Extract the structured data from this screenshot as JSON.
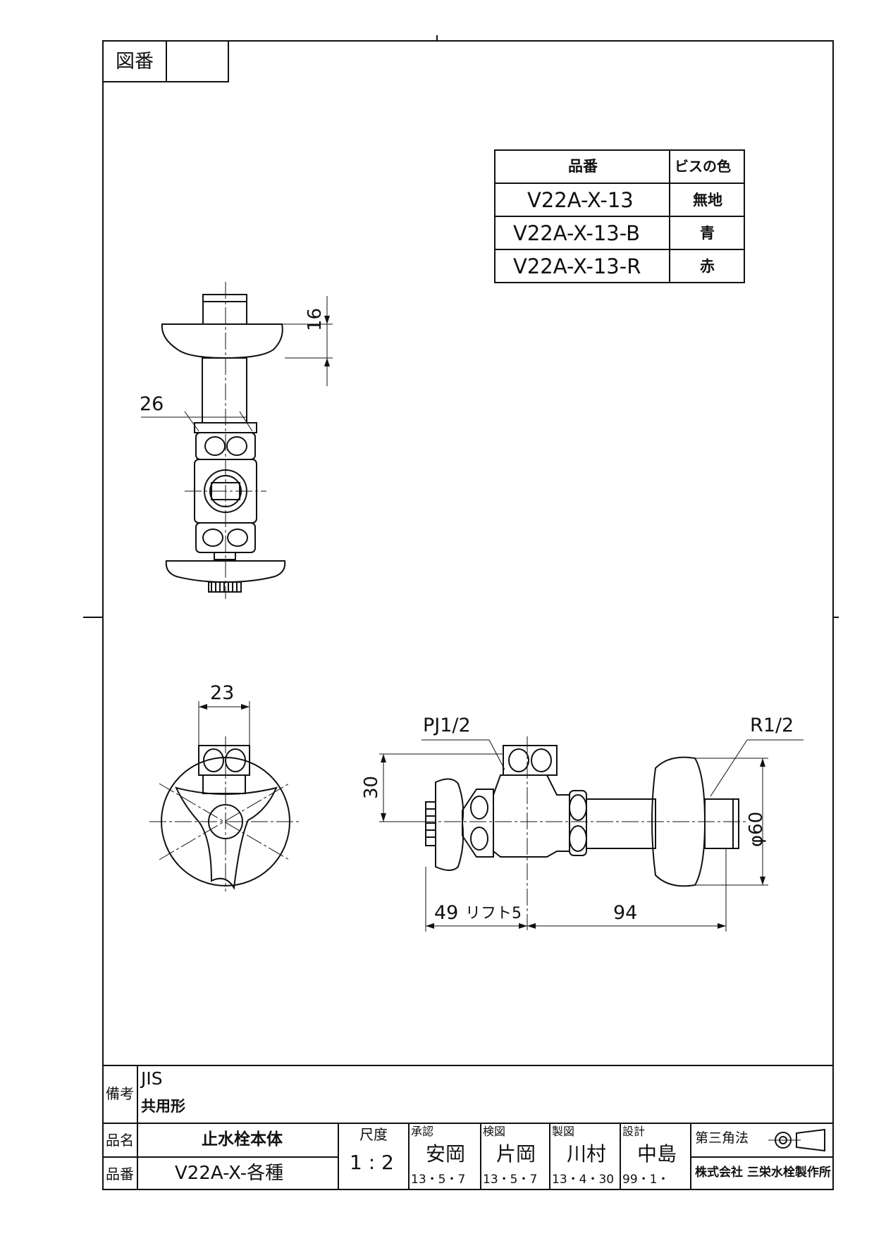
{
  "drawing_no": {
    "label": "図番",
    "value": ""
  },
  "variants_table": {
    "headers": {
      "part_no": "品番",
      "screw_color": "ビスの色"
    },
    "rows": [
      {
        "part_no": "V22A-X-13",
        "screw_color": "無地"
      },
      {
        "part_no": "V22A-X-13-B",
        "screw_color": "青"
      },
      {
        "part_no": "V22A-X-13-R",
        "screw_color": "赤"
      }
    ]
  },
  "dimensions": {
    "top_height": "16",
    "top_width": "26",
    "front_width": "23",
    "pj": "PJ1/2",
    "r": "R1/2",
    "height_30": "30",
    "dia_60": "φ60",
    "len_49": "49",
    "lift": "リフト5",
    "len_94": "94"
  },
  "notes": {
    "label": "備考",
    "line1": "JIS",
    "line2": "共用形"
  },
  "title_block": {
    "name_label": "品名",
    "name_value": "止水栓本体",
    "partno_label": "品番",
    "partno_value": "V22A-X-各種",
    "scale_label": "尺度",
    "scale_value": "1 : 2",
    "approve_label": "承認",
    "approve_name": "安岡",
    "approve_date": "13・5・7",
    "check_label": "検図",
    "check_name": "片岡",
    "check_date": "13・5・7",
    "draw_label": "製図",
    "draw_name": "川村",
    "draw_date": "13・4・30",
    "design_label": "設計",
    "design_name": "中島",
    "design_date": "99・1・",
    "projection_label": "第三角法",
    "company": "株式会社 三栄水栓製作所"
  }
}
